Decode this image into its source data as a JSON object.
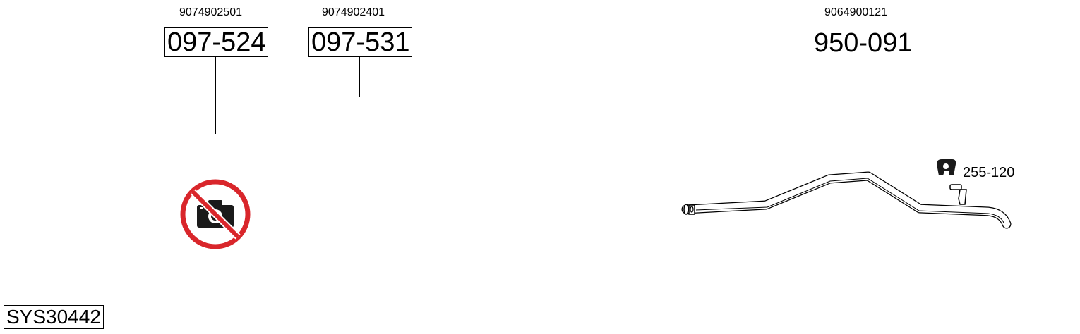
{
  "parts": [
    {
      "oem": "9074902501",
      "number": "097-524",
      "boxed": true
    },
    {
      "oem": "9074902401",
      "number": "097-531",
      "boxed": true
    },
    {
      "oem": "9064900121",
      "number": "950-091",
      "boxed": false
    }
  ],
  "hanger": {
    "number": "255-120",
    "icon": "hanger-icon"
  },
  "no_image_icon": "no-photo-icon",
  "system_code": "SYS30442",
  "colors": {
    "no_photo_red": "#d9262b",
    "line": "#000000"
  }
}
